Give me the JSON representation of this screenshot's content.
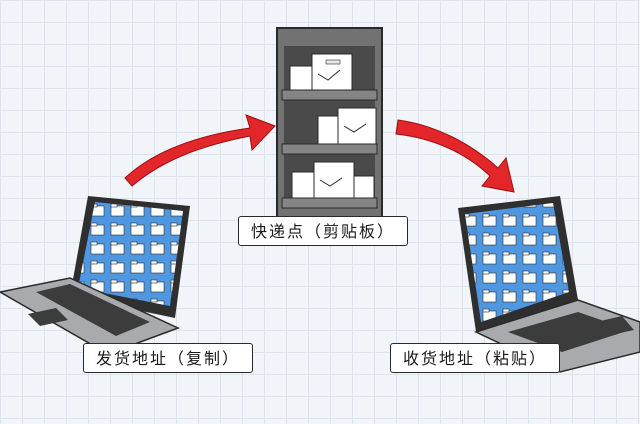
{
  "labels": {
    "sender": "发货地址（复制）",
    "hub": "快递点（剪贴板）",
    "receiver": "收货地址（粘贴）"
  },
  "colors": {
    "arrow": "#e2262a",
    "screen": "#4f97e0",
    "laptop_body": "#a8aaae",
    "cabinet": "#727272",
    "background_grid": "#dbe3ee"
  },
  "icons": [
    "laptop-icon",
    "file-folder-icon",
    "storage-shelf-icon",
    "parcel-box-icon",
    "curved-arrow-icon"
  ]
}
